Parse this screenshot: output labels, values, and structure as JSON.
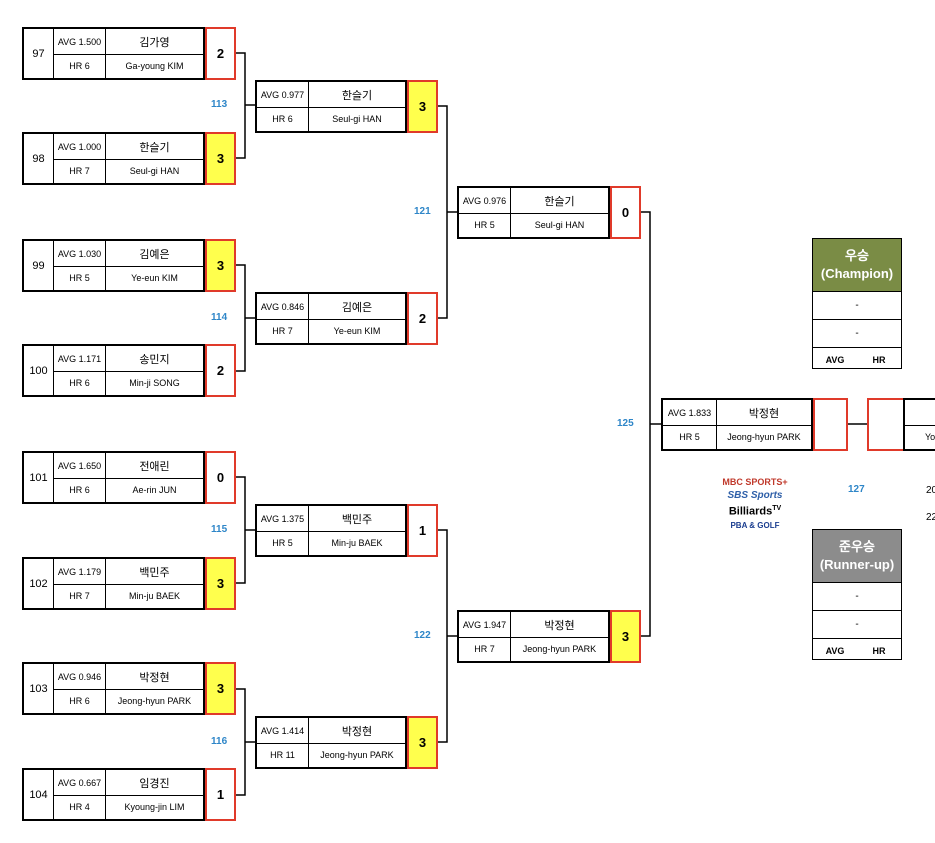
{
  "round1": [
    {
      "seed": "97",
      "avg": "AVG 1.500",
      "hr": "HR 6",
      "kr": "김가영",
      "en": "Ga-young KIM",
      "score": "2",
      "win": false
    },
    {
      "seed": "98",
      "avg": "AVG 1.000",
      "hr": "HR 7",
      "kr": "한슬기",
      "en": "Seul-gi HAN",
      "score": "3",
      "win": true
    },
    {
      "seed": "99",
      "avg": "AVG 1.030",
      "hr": "HR 5",
      "kr": "김예은",
      "en": "Ye-eun KIM",
      "score": "3",
      "win": true
    },
    {
      "seed": "100",
      "avg": "AVG 1.171",
      "hr": "HR 6",
      "kr": "송민지",
      "en": "Min-ji SONG",
      "score": "2",
      "win": false
    },
    {
      "seed": "101",
      "avg": "AVG 1.650",
      "hr": "HR 6",
      "kr": "전애린",
      "en": "Ae-rin JUN",
      "score": "0",
      "win": false
    },
    {
      "seed": "102",
      "avg": "AVG 1.179",
      "hr": "HR 7",
      "kr": "백민주",
      "en": "Min-ju BAEK",
      "score": "3",
      "win": true
    },
    {
      "seed": "103",
      "avg": "AVG 0.946",
      "hr": "HR 6",
      "kr": "박정현",
      "en": "Jeong-hyun PARK",
      "score": "3",
      "win": true
    },
    {
      "seed": "104",
      "avg": "AVG 0.667",
      "hr": "HR 4",
      "kr": "임경진",
      "en": "Kyoung-jin LIM",
      "score": "1",
      "win": false
    }
  ],
  "round2": [
    {
      "avg": "AVG 0.977",
      "hr": "HR 6",
      "kr": "한슬기",
      "en": "Seul-gi HAN",
      "score": "3",
      "win": true
    },
    {
      "avg": "AVG 0.846",
      "hr": "HR 7",
      "kr": "김예은",
      "en": "Ye-eun KIM",
      "score": "2",
      "win": false
    },
    {
      "avg": "AVG 1.375",
      "hr": "HR 5",
      "kr": "백민주",
      "en": "Min-ju BAEK",
      "score": "1",
      "win": false
    },
    {
      "avg": "AVG 1.414",
      "hr": "HR 11",
      "kr": "박정현",
      "en": "Jeong-hyun PARK",
      "score": "3",
      "win": true
    }
  ],
  "round3": [
    {
      "avg": "AVG 0.976",
      "hr": "HR 5",
      "kr": "한슬기",
      "en": "Seul-gi HAN",
      "score": "0",
      "win": false
    },
    {
      "avg": "AVG 1.947",
      "hr": "HR 7",
      "kr": "박정현",
      "en": "Jeong-hyun PARK",
      "score": "3",
      "win": true
    }
  ],
  "final": {
    "avg": "AVG 1.833",
    "hr": "HR 5",
    "kr": "박정현",
    "en": "Jeong-hyun PARK",
    "score": "",
    "opponent_en": "Yo"
  },
  "match_numbers": [
    "113",
    "114",
    "115",
    "116",
    "121",
    "122",
    "125",
    "127"
  ],
  "side_text": [
    "20",
    "22"
  ],
  "champion": {
    "title": "우승",
    "subtitle": "(Champion)",
    "row1": "-",
    "row2": "-",
    "avg": "AVG",
    "hr": "HR",
    "color": "#7a8c45"
  },
  "runnerup": {
    "title": "준우승",
    "subtitle": "(Runner-up)",
    "row1": "-",
    "row2": "-",
    "avg": "AVG",
    "hr": "HR",
    "color": "#8c8c8c"
  },
  "logos": {
    "mbc": "MBC SPORTS+",
    "sbs": "SBS Sports",
    "billiards": "Billiards",
    "tv": "TV",
    "pba": "PBA & GOLF"
  },
  "colors": {
    "win": "#ffff4d",
    "score_border": "#e03a2a",
    "match_number": "#2e86c8"
  }
}
